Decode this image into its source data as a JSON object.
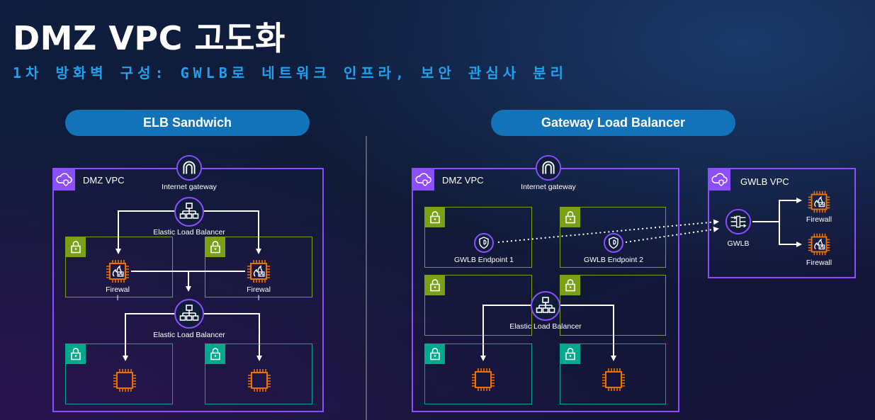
{
  "header": {
    "title": "DMZ VPC 고도화",
    "subtitle": "1차 방화벽 구성: GWLB로 네트워크 인프라, 보안 관심사 분리"
  },
  "left": {
    "pill": "ELB Sandwich",
    "vpc_label": "DMZ VPC",
    "igw_label": "Internet gateway",
    "elb_top_label": "Elastic Load Balancer",
    "fw1_label": "Firewal\nl",
    "fw2_label": "Firewal\nl",
    "elb_bottom_label": "Elastic Load Balancer"
  },
  "right": {
    "pill": "Gateway Load Balancer",
    "vpc_label": "DMZ VPC",
    "igw_label": "Internet gateway",
    "ep1_label": "GWLB Endpoint 1",
    "ep2_label": "GWLB Endpoint 2",
    "elb_label": "Elastic Load Balancer",
    "gwlb_vpc_label": "GWLB VPC",
    "gwlb_label": "GWLB",
    "fw_top_label": "Firewall",
    "fw_bottom_label": "Firewall"
  },
  "colors": {
    "accent_blue": "#1ea2ee",
    "pill": "#1273b8",
    "vpc_border": "#8c4fff",
    "subnet_public": "#7aa116",
    "subnet_private": "#01a88d",
    "compute_orange": "#ed7100"
  },
  "icons": [
    "vpc-cloud-icon",
    "lock-icon",
    "internet-gateway-icon",
    "load-balancer-icon",
    "firewall-chip-icon",
    "chip-icon",
    "gwlb-endpoint-icon",
    "gwlb-icon"
  ]
}
